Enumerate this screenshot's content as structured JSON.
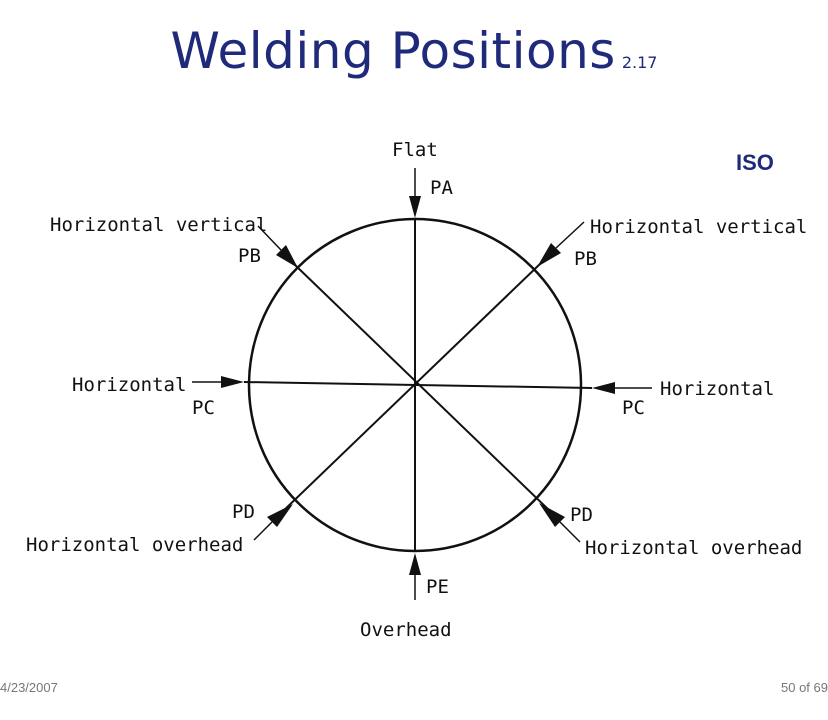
{
  "title": "Welding Positions",
  "title_number": "2.17",
  "standard": "ISO",
  "positions": {
    "flat": {
      "name": "Flat",
      "code": "PA"
    },
    "hv_left": {
      "name": "Horizontal vertical",
      "code": "PB"
    },
    "hv_right": {
      "name": "Horizontal vertical",
      "code": "PB"
    },
    "h_left": {
      "name": "Horizontal",
      "code": "PC"
    },
    "h_right": {
      "name": "Horizontal",
      "code": "PC"
    },
    "ho_left": {
      "name": "Horizontal overhead",
      "code": "PD"
    },
    "ho_right": {
      "name": "Horizontal overhead",
      "code": "PD"
    },
    "overhead": {
      "name": "Overhead",
      "code": "PE"
    }
  },
  "footer": {
    "date": "4/23/2007",
    "page": "50 of 69"
  }
}
